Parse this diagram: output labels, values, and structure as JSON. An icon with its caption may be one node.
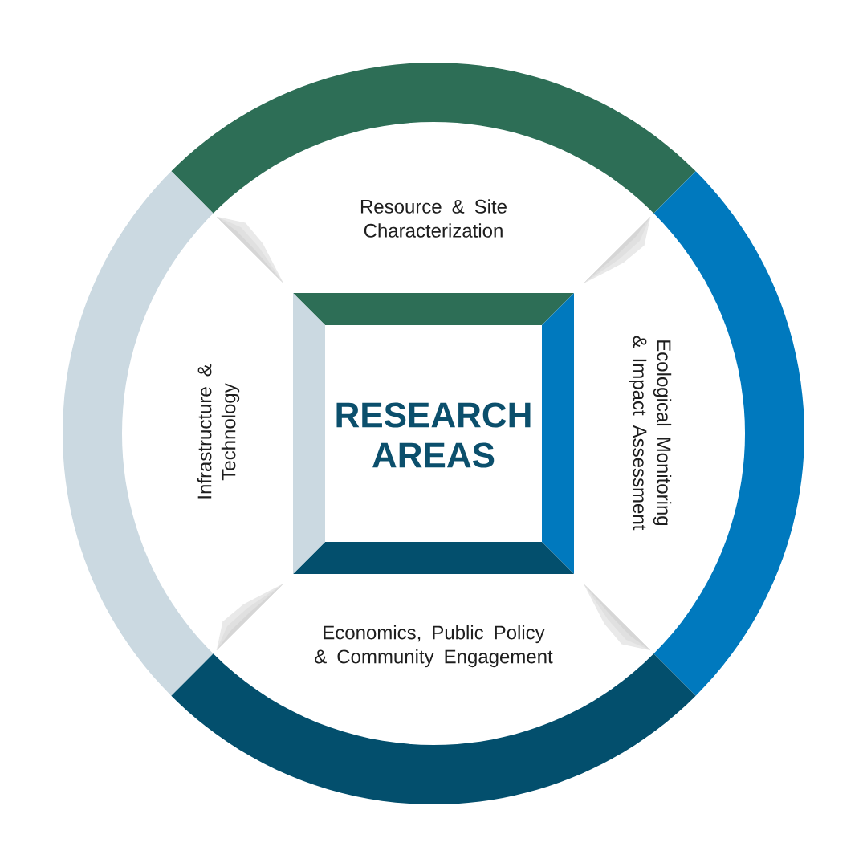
{
  "diagram": {
    "nodes": [
      {
        "text": [
          "RESEARCH AREAS"
        ]
      },
      {
        "text": [
          "Resource & Site Characterization"
        ]
      },
      {
        "text": [
          "Infrastructure & Technology"
        ]
      },
      {
        "text": [
          "Ecological Monitoring & Impact Assessment"
        ]
      },
      {
        "text": [
          "Economics, Public Policy & Community Engagement"
        ]
      }
    ]
  }
}
